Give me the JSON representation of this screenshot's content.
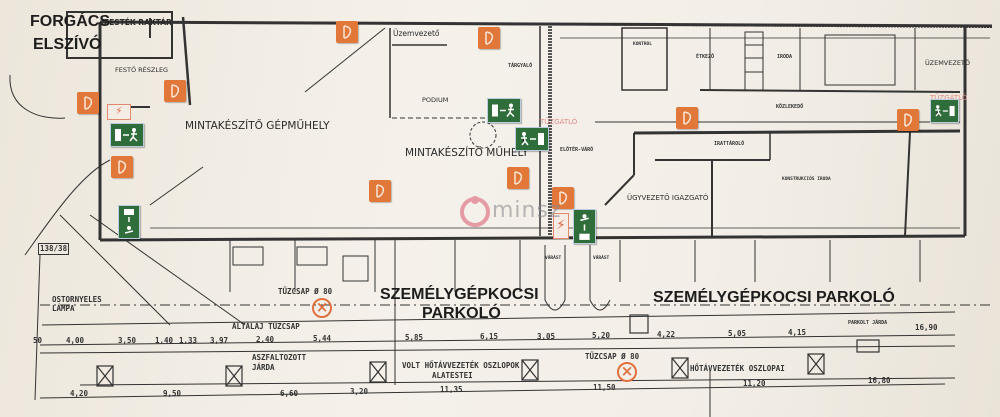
{
  "rooms": {
    "forgacs_1": "FORGÁCS",
    "forgacs_2": "ELSZÍVÓ",
    "festek_raktar": "FESTÉK RAKTÁR",
    "festo_reszleg": "FESTŐ RÉSZLEG",
    "gepmuhely": "MINTAKÉSZÍTŐ GÉPMŰHELY",
    "uzemvezeto_small": "Üzemvezető",
    "podium": "PODIUM",
    "targyalo": "TÁRGYALÓ",
    "muhely": "MINTAKÉSZÍTŐ MŰHELY",
    "tuzgatlo_1": "TŰZGÁTLÓ",
    "tuzgatlo_2": "TŰZGÁTLÓ",
    "eloter": "ELŐTÉR-VÁRÓ",
    "etkezo": "ÉTKEZŐ",
    "kontrol": "KONTROL",
    "iroda": "IRODA",
    "kozlekedo": "KÖZLEKEDŐ",
    "irattarolo": "IRATTÁROLÓ",
    "ugyvezeto": "ÜGYVEZETŐ IGAZGATÓ",
    "uzemvezeto": "ÜZEMVEZETŐ",
    "konstrukcios": "KONSTRUKCIÓS IRODA"
  },
  "outside": {
    "parking_1a": "SZEMÉLYGÉPKOCSI",
    "parking_1b": "PARKOLÓ",
    "parking_2": "SZEMÉLYGÉPKOCSI PARKOLÓ",
    "hydrant_1": "TŰZCSAP Ø 80",
    "hydrant_2": "TŰZCSAP Ø 80",
    "altalaj": "ALTALAJ TŰZCSAP",
    "aszfalt_1": "ASZFALTOZOTT",
    "aszfalt_2": "JÁRDA",
    "volt_1": "VOLT HŐTÁVVEZETÉK OSZLOPOK",
    "volt_2": "ALATESTEI",
    "hotav": "HŐTÁVVEZETÉK OSZLOPAI",
    "lampa_1": "OSTORNYELES",
    "lampa_2": "LÁMPA",
    "lot": "138/38",
    "jarda": "PARKOLT JÁRDA",
    "varakozo_1": "VÁRÁST",
    "varakozo_2": "VÁRÁST"
  },
  "dims_top": [
    "50",
    "4,00",
    "3,50",
    "1,40",
    "1,33",
    "3,97",
    "2,40",
    "5,44",
    "5,85",
    "6,15",
    "3,05",
    "5,20",
    "4,22",
    "5,05",
    "4,15",
    "16,90"
  ],
  "dims_bottom": [
    "4,20",
    "9,50",
    "6,60",
    "3,20",
    "11,35",
    "11,50",
    "11,20",
    "16,80"
  ],
  "logo": "minsz",
  "colors": {
    "extinguisher": "#e2773a",
    "exit": "#2f6e3a",
    "hydrant": "#e0703e",
    "fire_door": "#e08a86"
  },
  "icons": {
    "extinguisher": "fire-extinguisher-icon",
    "exit": "emergency-exit-icon",
    "hydrant": "fire-hydrant-icon",
    "electric": "high-voltage-icon"
  }
}
